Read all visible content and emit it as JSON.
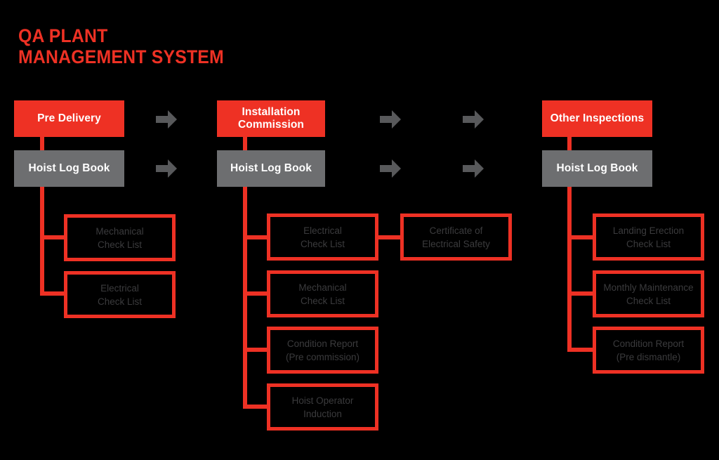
{
  "title": {
    "line1": "QA PLANT",
    "line2": "MANAGEMENT SYSTEM"
  },
  "colors": {
    "red": "#EE3124",
    "gray": "#6D6E70",
    "arrow_gray": "#58595B",
    "background": "#000000",
    "leaf_text": "#3B3B3D",
    "box_text": "#FFFFFF"
  },
  "columns": [
    {
      "stage_label": "Pre Delivery",
      "log_label": "Hoist Log Book",
      "children": [
        {
          "line1": "Mechanical",
          "line2": "Check List"
        },
        {
          "line1": "Electrical",
          "line2": "Check List"
        }
      ]
    },
    {
      "stage_label_line1": "Installation",
      "stage_label_line2": "Commission",
      "log_label": "Hoist Log Book",
      "children": [
        {
          "line1": "Electrical",
          "line2": "Check List"
        },
        {
          "line1": "Mechanical",
          "line2": "Check List"
        },
        {
          "line1": "Condition Report",
          "line2": "(Pre commission)"
        },
        {
          "line1": "Hoist Operator",
          "line2": "Induction"
        }
      ],
      "linked_child": {
        "line1": "Certificate of",
        "line2": "Electrical Safety"
      }
    },
    {
      "stage_label": "Other Inspections",
      "log_label": "Hoist Log Book",
      "children": [
        {
          "line1": "Landing Erection",
          "line2": "Check List"
        },
        {
          "line1": "Monthly Maintenance",
          "line2": "Check List"
        },
        {
          "line1": "Condition Report",
          "line2": "(Pre dismantle)"
        }
      ]
    }
  ],
  "arrows": {
    "icon": "arrow-right-block",
    "count": 6
  }
}
